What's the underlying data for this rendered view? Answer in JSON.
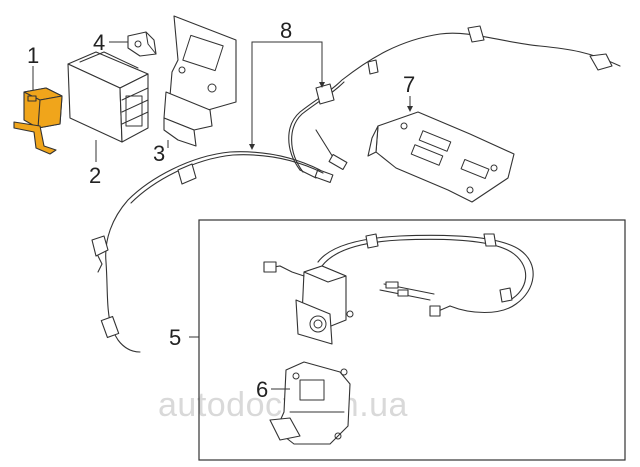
{
  "callouts": {
    "c1": "1",
    "c2": "2",
    "c3": "3",
    "c4": "4",
    "c5": "5",
    "c6": "6",
    "c7": "7",
    "c8": "8"
  },
  "watermark": "autodoctor.in.ua",
  "colors": {
    "highlight": "#f0a51b",
    "line": "#333333",
    "watermark": "#d9d9d9"
  }
}
